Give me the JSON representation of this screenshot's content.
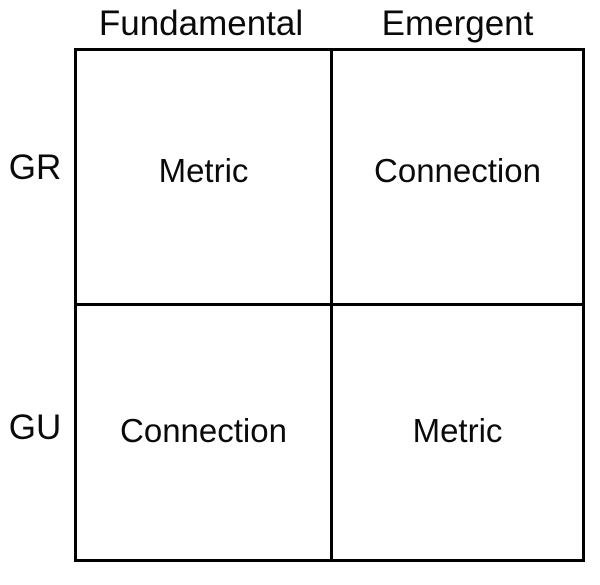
{
  "diagram": {
    "type": "2x2-matrix-table",
    "colors": {
      "background": "#ffffff",
      "line": "#000000",
      "text": "#0a0a0a"
    },
    "column_headers": [
      {
        "label": "Fundamental"
      },
      {
        "label": "Emergent"
      }
    ],
    "row_headers": [
      {
        "label": "GR"
      },
      {
        "label": "GU"
      }
    ],
    "cells": [
      [
        {
          "label": "Metric"
        },
        {
          "label": "Connection"
        }
      ],
      [
        {
          "label": "Connection"
        },
        {
          "label": "Metric"
        }
      ]
    ]
  }
}
